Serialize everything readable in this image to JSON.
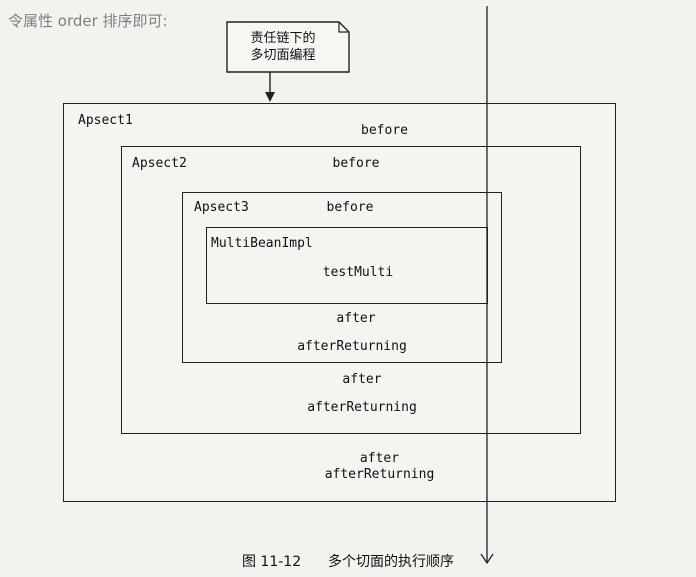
{
  "header_fragment": "令属性 order 排序即可:",
  "note": {
    "line1": "责任链下的",
    "line2": "多切面编程"
  },
  "aspects": [
    {
      "name": "Apsect1",
      "before": "before",
      "after": "after",
      "afterReturning": "afterReturning"
    },
    {
      "name": "Apsect2",
      "before": "before",
      "after": "after",
      "afterReturning": "afterReturning"
    },
    {
      "name": "Apsect3",
      "before": "before",
      "after": "after",
      "afterReturning": "afterReturning"
    }
  ],
  "target": {
    "name": "MultiBeanImpl",
    "method": "testMulti"
  },
  "caption": {
    "figure_no": "图 11-12",
    "title": "多个切面的执行顺序"
  }
}
